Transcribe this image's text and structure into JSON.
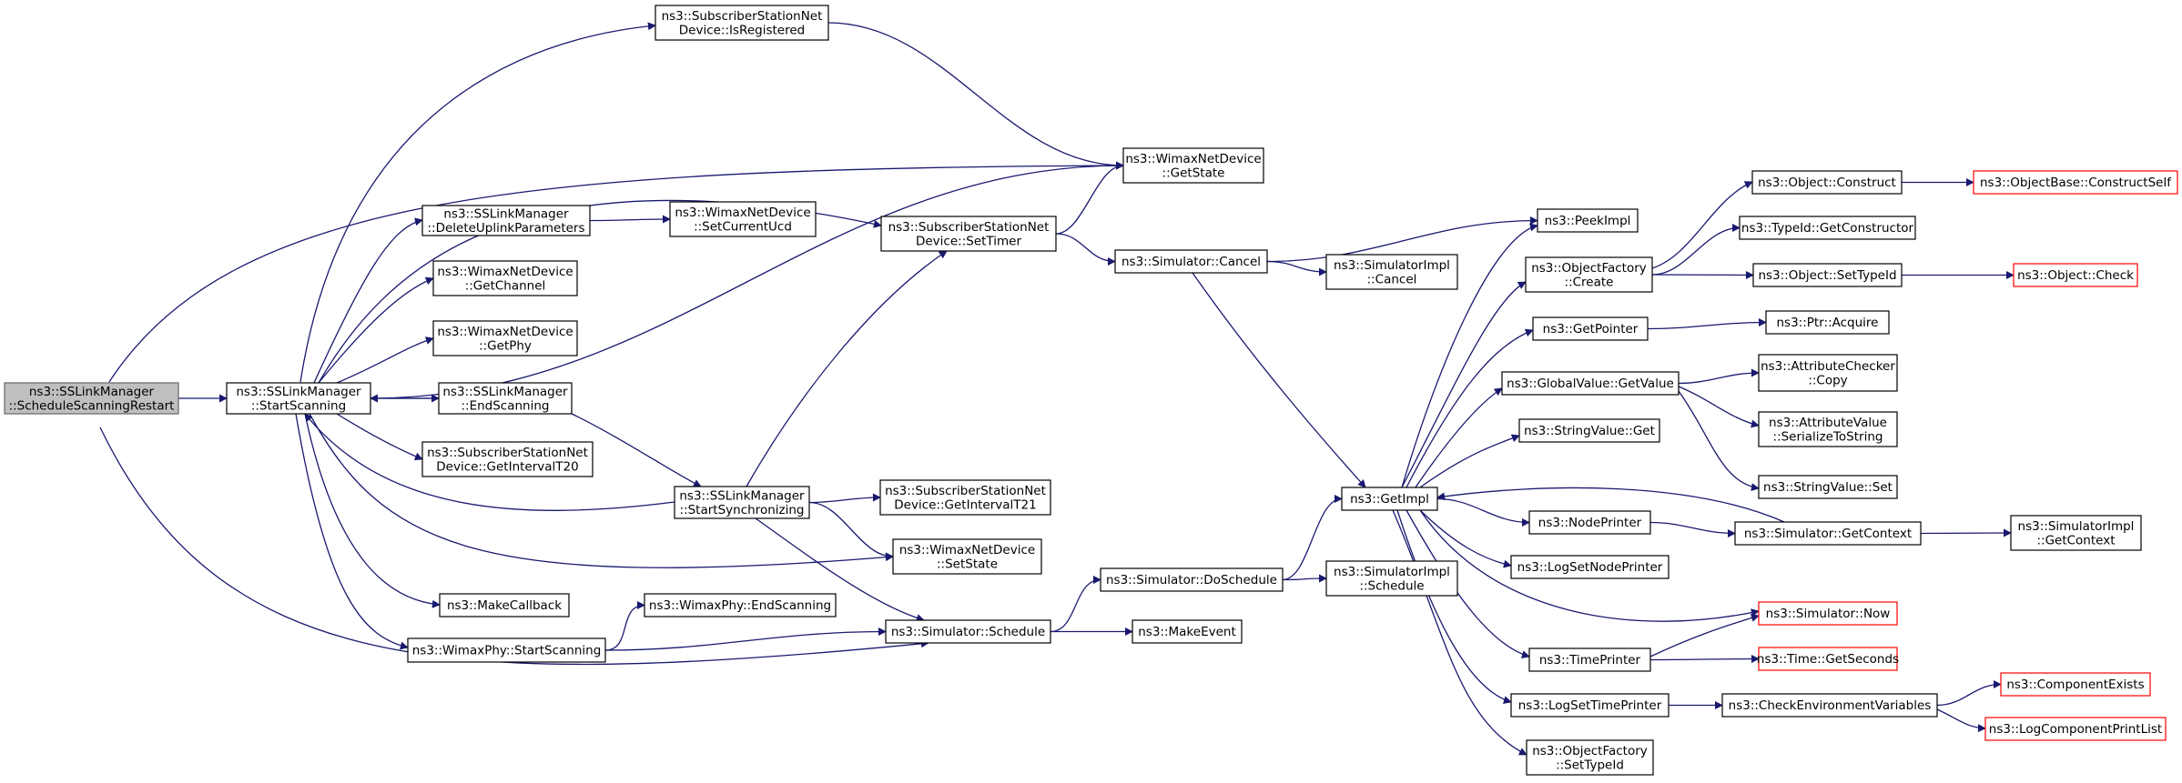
{
  "colors": {
    "edge": "#191970",
    "root_fill": "#bfbfbf",
    "truncated_border": "#ff0000",
    "node_border": "#000000"
  },
  "nodes": [
    {
      "id": "n0",
      "lines": [
        "ns3::SSLinkManager",
        "::ScheduleScanningRestart"
      ],
      "style": "root"
    },
    {
      "id": "n1",
      "lines": [
        "ns3::SSLinkManager",
        "::StartScanning"
      ],
      "style": "normal"
    },
    {
      "id": "n2",
      "lines": [
        "ns3::SubscriberStationNet",
        "Device::IsRegistered"
      ],
      "style": "normal"
    },
    {
      "id": "n3",
      "lines": [
        "ns3::WimaxNetDevice",
        "::GetState"
      ],
      "style": "normal"
    },
    {
      "id": "n4",
      "lines": [
        "ns3::SubscriberStationNet",
        "Device::SetTimer"
      ],
      "style": "normal"
    },
    {
      "id": "n5",
      "lines": [
        "ns3::SSLinkManager",
        "::DeleteUplinkParameters"
      ],
      "style": "normal"
    },
    {
      "id": "n6",
      "lines": [
        "ns3::WimaxNetDevice",
        "::SetCurrentUcd"
      ],
      "style": "normal"
    },
    {
      "id": "n7",
      "lines": [
        "ns3::WimaxNetDevice",
        "::GetChannel"
      ],
      "style": "normal"
    },
    {
      "id": "n8",
      "lines": [
        "ns3::WimaxNetDevice",
        "::GetPhy"
      ],
      "style": "normal"
    },
    {
      "id": "n9",
      "lines": [
        "ns3::SSLinkManager",
        "::EndScanning"
      ],
      "style": "normal"
    },
    {
      "id": "n10",
      "lines": [
        "ns3::SubscriberStationNet",
        "Device::GetIntervalT20"
      ],
      "style": "normal"
    },
    {
      "id": "n11",
      "lines": [
        "ns3::SSLinkManager",
        "::StartSynchronizing"
      ],
      "style": "normal"
    },
    {
      "id": "n12",
      "lines": [
        "ns3::SubscriberStationNet",
        "Device::GetIntervalT21"
      ],
      "style": "normal"
    },
    {
      "id": "n13",
      "lines": [
        "ns3::WimaxNetDevice",
        "::SetState"
      ],
      "style": "normal"
    },
    {
      "id": "n14",
      "lines": [
        "ns3::MakeCallback"
      ],
      "style": "normal"
    },
    {
      "id": "n15",
      "lines": [
        "ns3::WimaxPhy::EndScanning"
      ],
      "style": "normal"
    },
    {
      "id": "n16",
      "lines": [
        "ns3::WimaxPhy::StartScanning"
      ],
      "style": "normal"
    },
    {
      "id": "n17",
      "lines": [
        "ns3::Simulator::Schedule"
      ],
      "style": "normal"
    },
    {
      "id": "n18",
      "lines": [
        "ns3::MakeEvent"
      ],
      "style": "normal"
    },
    {
      "id": "n19",
      "lines": [
        "ns3::Simulator::DoSchedule"
      ],
      "style": "normal"
    },
    {
      "id": "n20",
      "lines": [
        "ns3::SimulatorImpl",
        "::Schedule"
      ],
      "style": "normal"
    },
    {
      "id": "n21",
      "lines": [
        "ns3::Simulator::Cancel"
      ],
      "style": "normal"
    },
    {
      "id": "n22",
      "lines": [
        "ns3::SimulatorImpl",
        "::Cancel"
      ],
      "style": "normal"
    },
    {
      "id": "n23",
      "lines": [
        "ns3::PeekImpl"
      ],
      "style": "normal"
    },
    {
      "id": "n24",
      "lines": [
        "ns3::GetImpl"
      ],
      "style": "normal"
    },
    {
      "id": "n25",
      "lines": [
        "ns3::ObjectFactory",
        "::Create"
      ],
      "style": "normal"
    },
    {
      "id": "n26",
      "lines": [
        "ns3::GetPointer"
      ],
      "style": "normal"
    },
    {
      "id": "n27",
      "lines": [
        "ns3::GlobalValue::GetValue"
      ],
      "style": "normal"
    },
    {
      "id": "n28",
      "lines": [
        "ns3::StringValue::Get"
      ],
      "style": "normal"
    },
    {
      "id": "n29",
      "lines": [
        "ns3::NodePrinter"
      ],
      "style": "normal"
    },
    {
      "id": "n30",
      "lines": [
        "ns3::LogSetNodePrinter"
      ],
      "style": "normal"
    },
    {
      "id": "n31",
      "lines": [
        "ns3::TimePrinter"
      ],
      "style": "normal"
    },
    {
      "id": "n32",
      "lines": [
        "ns3::LogSetTimePrinter"
      ],
      "style": "normal"
    },
    {
      "id": "n33",
      "lines": [
        "ns3::ObjectFactory",
        "::SetTypeId"
      ],
      "style": "normal"
    },
    {
      "id": "n34",
      "lines": [
        "ns3::Object::Construct"
      ],
      "style": "normal"
    },
    {
      "id": "n35",
      "lines": [
        "ns3::ObjectBase::ConstructSelf"
      ],
      "style": "truncated"
    },
    {
      "id": "n36",
      "lines": [
        "ns3::TypeId::GetConstructor"
      ],
      "style": "normal"
    },
    {
      "id": "n37",
      "lines": [
        "ns3::Object::SetTypeId"
      ],
      "style": "normal"
    },
    {
      "id": "n38",
      "lines": [
        "ns3::Object::Check"
      ],
      "style": "truncated"
    },
    {
      "id": "n39",
      "lines": [
        "ns3::Ptr::Acquire"
      ],
      "style": "normal"
    },
    {
      "id": "n40",
      "lines": [
        "ns3::AttributeChecker",
        "::Copy"
      ],
      "style": "normal"
    },
    {
      "id": "n41",
      "lines": [
        "ns3::AttributeValue",
        "::SerializeToString"
      ],
      "style": "normal"
    },
    {
      "id": "n42",
      "lines": [
        "ns3::StringValue::Set"
      ],
      "style": "normal"
    },
    {
      "id": "n43",
      "lines": [
        "ns3::Simulator::GetContext"
      ],
      "style": "normal"
    },
    {
      "id": "n44",
      "lines": [
        "ns3::SimulatorImpl",
        "::GetContext"
      ],
      "style": "normal"
    },
    {
      "id": "n45",
      "lines": [
        "ns3::Simulator::Now"
      ],
      "style": "truncated"
    },
    {
      "id": "n46",
      "lines": [
        "ns3::Time::GetSeconds"
      ],
      "style": "truncated"
    },
    {
      "id": "n47",
      "lines": [
        "ns3::CheckEnvironmentVariables"
      ],
      "style": "normal"
    },
    {
      "id": "n48",
      "lines": [
        "ns3::ComponentExists"
      ],
      "style": "truncated"
    },
    {
      "id": "n49",
      "lines": [
        "ns3::LogComponentPrintList"
      ],
      "style": "truncated"
    }
  ],
  "edges": [
    [
      "n0",
      "n1"
    ],
    [
      "n0",
      "n3"
    ],
    [
      "n0",
      "n17"
    ],
    [
      "n1",
      "n2"
    ],
    [
      "n1",
      "n3"
    ],
    [
      "n1",
      "n4"
    ],
    [
      "n1",
      "n5"
    ],
    [
      "n1",
      "n7"
    ],
    [
      "n1",
      "n8"
    ],
    [
      "n1",
      "n9"
    ],
    [
      "n1",
      "n10"
    ],
    [
      "n1",
      "n13"
    ],
    [
      "n1",
      "n14"
    ],
    [
      "n1",
      "n16"
    ],
    [
      "n2",
      "n3"
    ],
    [
      "n4",
      "n3"
    ],
    [
      "n4",
      "n21"
    ],
    [
      "n5",
      "n6"
    ],
    [
      "n9",
      "n1"
    ],
    [
      "n9",
      "n11"
    ],
    [
      "n11",
      "n1"
    ],
    [
      "n11",
      "n4"
    ],
    [
      "n11",
      "n12"
    ],
    [
      "n11",
      "n13"
    ],
    [
      "n11",
      "n17"
    ],
    [
      "n16",
      "n15"
    ],
    [
      "n16",
      "n17"
    ],
    [
      "n17",
      "n18"
    ],
    [
      "n17",
      "n19"
    ],
    [
      "n19",
      "n20"
    ],
    [
      "n19",
      "n24"
    ],
    [
      "n21",
      "n22"
    ],
    [
      "n21",
      "n23"
    ],
    [
      "n21",
      "n24"
    ],
    [
      "n24",
      "n23"
    ],
    [
      "n24",
      "n25"
    ],
    [
      "n24",
      "n26"
    ],
    [
      "n24",
      "n27"
    ],
    [
      "n24",
      "n28"
    ],
    [
      "n24",
      "n29"
    ],
    [
      "n24",
      "n30"
    ],
    [
      "n24",
      "n31"
    ],
    [
      "n24",
      "n32"
    ],
    [
      "n24",
      "n33"
    ],
    [
      "n24",
      "n45"
    ],
    [
      "n25",
      "n34"
    ],
    [
      "n25",
      "n36"
    ],
    [
      "n25",
      "n37"
    ],
    [
      "n34",
      "n35"
    ],
    [
      "n37",
      "n38"
    ],
    [
      "n26",
      "n39"
    ],
    [
      "n27",
      "n40"
    ],
    [
      "n27",
      "n41"
    ],
    [
      "n27",
      "n42"
    ],
    [
      "n29",
      "n43"
    ],
    [
      "n43",
      "n24"
    ],
    [
      "n43",
      "n44"
    ],
    [
      "n31",
      "n45"
    ],
    [
      "n31",
      "n46"
    ],
    [
      "n32",
      "n47"
    ],
    [
      "n47",
      "n48"
    ],
    [
      "n47",
      "n49"
    ]
  ]
}
